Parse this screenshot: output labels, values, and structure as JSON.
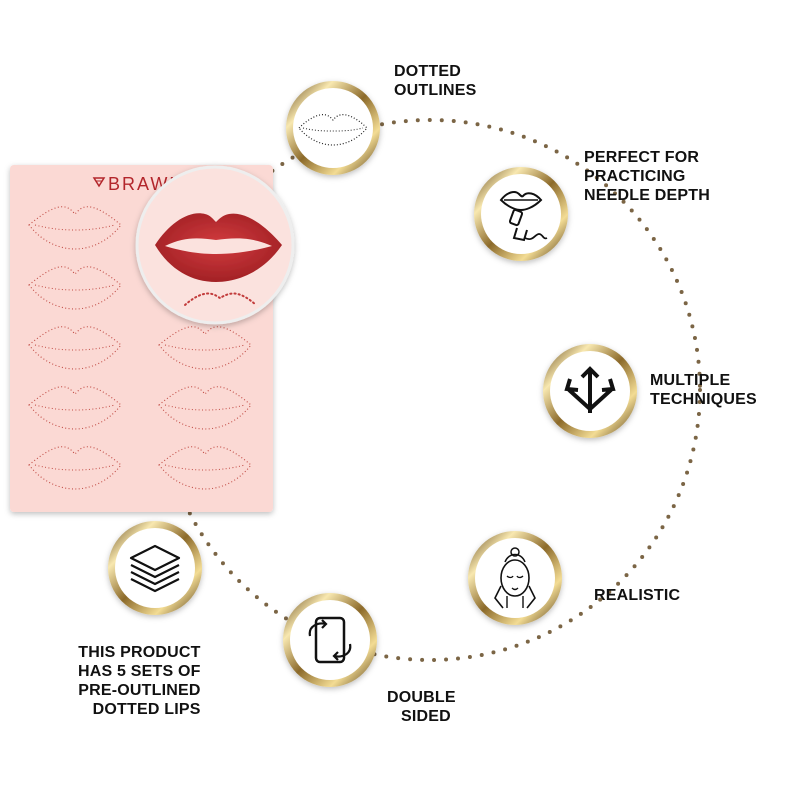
{
  "brand": {
    "name": "BRAWNIA"
  },
  "features": [
    {
      "icon": "lips-outline-icon",
      "lines": [
        "DOTTED",
        "OUTLINES"
      ]
    },
    {
      "icon": "needle-lips-icon",
      "lines": [
        "PERFECT FOR",
        "PRACTICING",
        "NEEDLE DEPTH"
      ]
    },
    {
      "icon": "multi-arrows-icon",
      "lines": [
        "MULTIPLE",
        "TECHNIQUES"
      ]
    },
    {
      "icon": "face-icon",
      "lines": [
        "REALISTIC"
      ]
    },
    {
      "icon": "double-sided-icon",
      "lines": [
        "DOUBLE",
        "SIDED"
      ]
    },
    {
      "icon": "layers-icon",
      "lines": [
        "THIS PRODUCT",
        "HAS 5 SETS OF",
        "PRE-OUTLINED",
        "DOTTED LIPS"
      ]
    }
  ],
  "colors": {
    "gold": "#8a6a2c",
    "gold_light": "#f3e2a8",
    "sheet": "#fbd9d4",
    "lip_red": "#b8262b",
    "dot_line": "#7b6545"
  }
}
